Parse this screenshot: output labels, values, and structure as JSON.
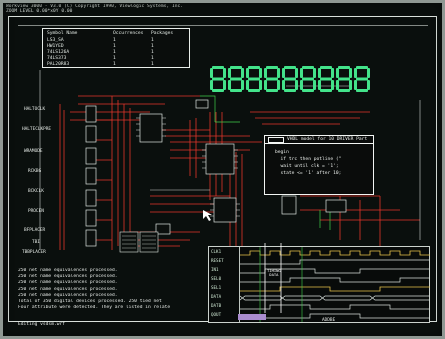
{
  "app": {
    "title": "Workview 3000 - V3.0 (C) Copyright 1990, Viewlogic Systems, Inc.",
    "subtitle": "ZOOM LEVEL 0.00*x0Y 0.00"
  },
  "symbol_table": {
    "headers": [
      "Symbol Name",
      "Occurrences",
      "Packages"
    ],
    "rows": [
      [
        "LS3_SA",
        "1",
        "1"
      ],
      [
        "HW1YED",
        "1",
        "1"
      ],
      [
        "74LS126A",
        "1",
        "1"
      ],
      [
        "74LS373",
        "1",
        "1"
      ],
      [
        "PAL20R83",
        "1",
        "1"
      ]
    ]
  },
  "seven_seg": {
    "digits": [
      "8",
      "8",
      "8",
      "8",
      "8",
      "8",
      "8",
      "8",
      "8"
    ]
  },
  "left_labels": [
    "HALTOCLK",
    "HALTECLKPRE",
    "WRAMODE",
    "RCKBG",
    "BCKCLK",
    "PROCEN",
    "BFPLACER",
    "TBI",
    "TBBPLACER"
  ],
  "vhdl_popup": {
    "title": "VHDL model for 10 DRIVER Part",
    "lines": [
      "begin",
      "  if trc then potline (\"",
      "  wait until clk = '1';",
      "  state <= '1' after 10;"
    ]
  },
  "console": {
    "lines": [
      "250 net name equivalences processed.",
      "250 net name equivalences processed.",
      "250 net name equivalences processed.",
      "250 net name equivalences processed.",
      "250 net name equivalences processed.",
      "Total of 350 digital devices processed. 250 tied net",
      "Four attribute were detected. They are listed in relate"
    ],
    "status": "Editing vsdsm.wrf"
  },
  "waveform": {
    "signals": [
      "CLK1",
      "RESET",
      "IN1",
      "SEL0",
      "SEL1",
      "DATA",
      "DATB",
      "QOUT"
    ],
    "marker_label": "TIMING\nDATA",
    "bottom_label": "ADDBE"
  },
  "colors": {
    "bg": "#0a0f0d",
    "wire": "#e3362b",
    "seg": "#43e38a",
    "green": "#3fcf4a",
    "white": "#e8ece9"
  }
}
